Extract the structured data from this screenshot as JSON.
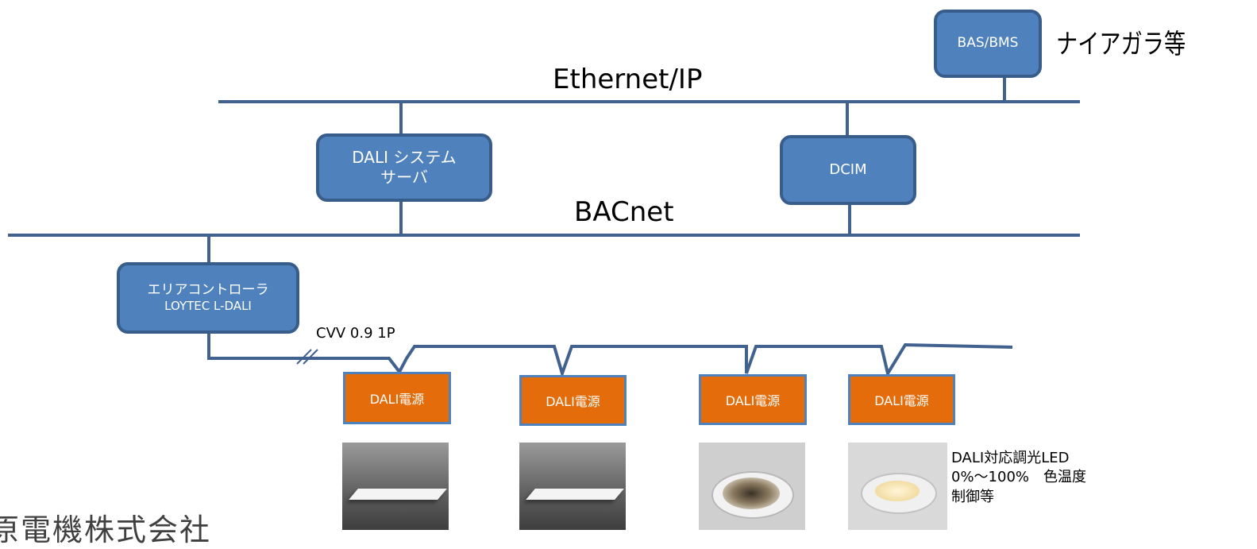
{
  "nodes": {
    "bas_bms": "BAS/BMS",
    "dali_server_line1": "DALI システム",
    "dali_server_line2": "サーバ",
    "dcim": "DCIM",
    "area_controller_line1": "エリアコントローラ",
    "area_controller_line2": "LOYTEC L-DALI"
  },
  "labels": {
    "niagara": "ナイアガラ等",
    "ethernet": "Ethernet/IP",
    "bacnet": "BACnet",
    "cable": "CVV 0.9 1P"
  },
  "power_supplies": [
    "DALI電源",
    "DALI電源",
    "DALI電源",
    "DALI電源"
  ],
  "fixture_note": [
    "DALI対応調光LED",
    "0%～100%　色温度",
    "制御等"
  ],
  "footer_partial_text": "原電機株式会社",
  "colors": {
    "node_fill": "#4f81bd",
    "node_border": "#385d8a",
    "psu_fill": "#e46c0a",
    "line": "#41628f"
  }
}
